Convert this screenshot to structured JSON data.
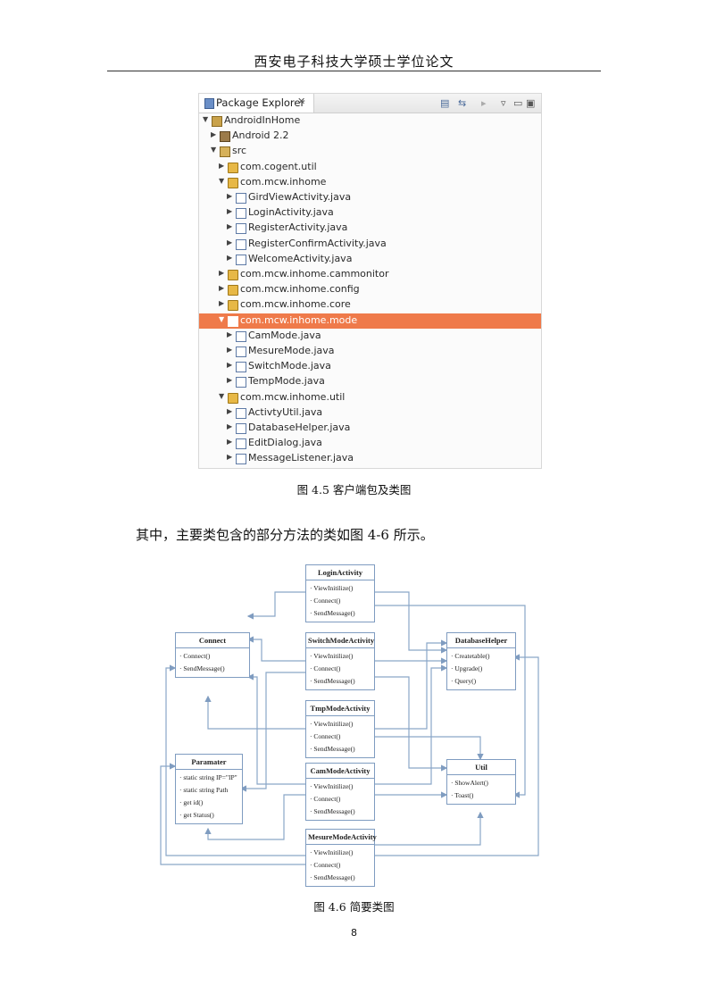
{
  "header": {
    "title": "西安电子科技大学硕士学位论文"
  },
  "explorer": {
    "tab_label": "Package Explorer",
    "tab_close": "✕",
    "tree": [
      {
        "label": "AndroidInHome",
        "depth": 0,
        "toggle": "▼",
        "icon": "project"
      },
      {
        "label": "Android 2.2",
        "depth": 1,
        "toggle": "▶",
        "icon": "library"
      },
      {
        "label": "src",
        "depth": 1,
        "toggle": "▼",
        "icon": "source-folder"
      },
      {
        "label": "com.cogent.util",
        "depth": 2,
        "toggle": "▶",
        "icon": "package"
      },
      {
        "label": "com.mcw.inhome",
        "depth": 2,
        "toggle": "▼",
        "icon": "package"
      },
      {
        "label": "GirdViewActivity.java",
        "depth": 3,
        "toggle": "▶",
        "icon": "java"
      },
      {
        "label": "LoginActivity.java",
        "depth": 3,
        "toggle": "▶",
        "icon": "java"
      },
      {
        "label": "RegisterActivity.java",
        "depth": 3,
        "toggle": "▶",
        "icon": "java"
      },
      {
        "label": "RegisterConfirmActivity.java",
        "depth": 3,
        "toggle": "▶",
        "icon": "java"
      },
      {
        "label": "WelcomeActivity.java",
        "depth": 3,
        "toggle": "▶",
        "icon": "java"
      },
      {
        "label": "com.mcw.inhome.cammonitor",
        "depth": 2,
        "toggle": "▶",
        "icon": "package"
      },
      {
        "label": "com.mcw.inhome.config",
        "depth": 2,
        "toggle": "▶",
        "icon": "package"
      },
      {
        "label": "com.mcw.inhome.core",
        "depth": 2,
        "toggle": "▶",
        "icon": "package"
      },
      {
        "label": "com.mcw.inhome.mode",
        "depth": 2,
        "toggle": "▼",
        "icon": "package",
        "selected": true
      },
      {
        "label": "CamMode.java",
        "depth": 3,
        "toggle": "▶",
        "icon": "java"
      },
      {
        "label": "MesureMode.java",
        "depth": 3,
        "toggle": "▶",
        "icon": "java"
      },
      {
        "label": "SwitchMode.java",
        "depth": 3,
        "toggle": "▶",
        "icon": "java"
      },
      {
        "label": "TempMode.java",
        "depth": 3,
        "toggle": "▶",
        "icon": "java"
      },
      {
        "label": "com.mcw.inhome.util",
        "depth": 2,
        "toggle": "▼",
        "icon": "package"
      },
      {
        "label": "ActivtyUtil.java",
        "depth": 3,
        "toggle": "▶",
        "icon": "java"
      },
      {
        "label": "DatabaseHelper.java",
        "depth": 3,
        "toggle": "▶",
        "icon": "java"
      },
      {
        "label": "EditDialog.java",
        "depth": 3,
        "toggle": "▶",
        "icon": "java"
      },
      {
        "label": "MessageListener.java",
        "depth": 3,
        "toggle": "▶",
        "icon": "java"
      }
    ]
  },
  "figure1_caption": "图 4.5 客户端包及类图",
  "paragraph": "其中，主要类包含的部分方法的类如图 4-6 所示。",
  "uml": {
    "classes": [
      {
        "key": "login",
        "name": "LoginActivity",
        "methods": [
          "· ViewInitilize()",
          "· Connect()",
          "· SendMessage()"
        ]
      },
      {
        "key": "switch",
        "name": "SwitchModeActivity",
        "methods": [
          "· ViewInitilize()",
          "· Connect()",
          "· SendMessage()"
        ]
      },
      {
        "key": "tmp",
        "name": "TmpModeActivity",
        "methods": [
          "· ViewInitilize()",
          "· Connect()",
          "· SendMessage()"
        ]
      },
      {
        "key": "cam",
        "name": "CamModeActivity",
        "methods": [
          "· ViewInitilize()",
          "· Connect()",
          "· SendMessage()"
        ]
      },
      {
        "key": "mesure",
        "name": "MesureModeActivity",
        "methods": [
          "· ViewInitilize()",
          "· Connect()",
          "· SendMessage()"
        ]
      },
      {
        "key": "connect",
        "name": "Connect",
        "methods": [
          "· Connect()",
          "· SendMessage()"
        ]
      },
      {
        "key": "param",
        "name": "Paramater",
        "methods": [
          "· static string IP=\"IP\"",
          "· static string Path",
          "· get id()",
          "· get Status()"
        ]
      },
      {
        "key": "db",
        "name": "DatabaseHelper",
        "methods": [
          "· Createtable()",
          "· Upgrade()",
          "· Query()"
        ]
      },
      {
        "key": "util",
        "name": "Util",
        "methods": [
          "· ShowAlert()",
          "· Toast()"
        ]
      }
    ]
  },
  "figure2_caption": "图 4.6 简要类图",
  "page_number": "8"
}
